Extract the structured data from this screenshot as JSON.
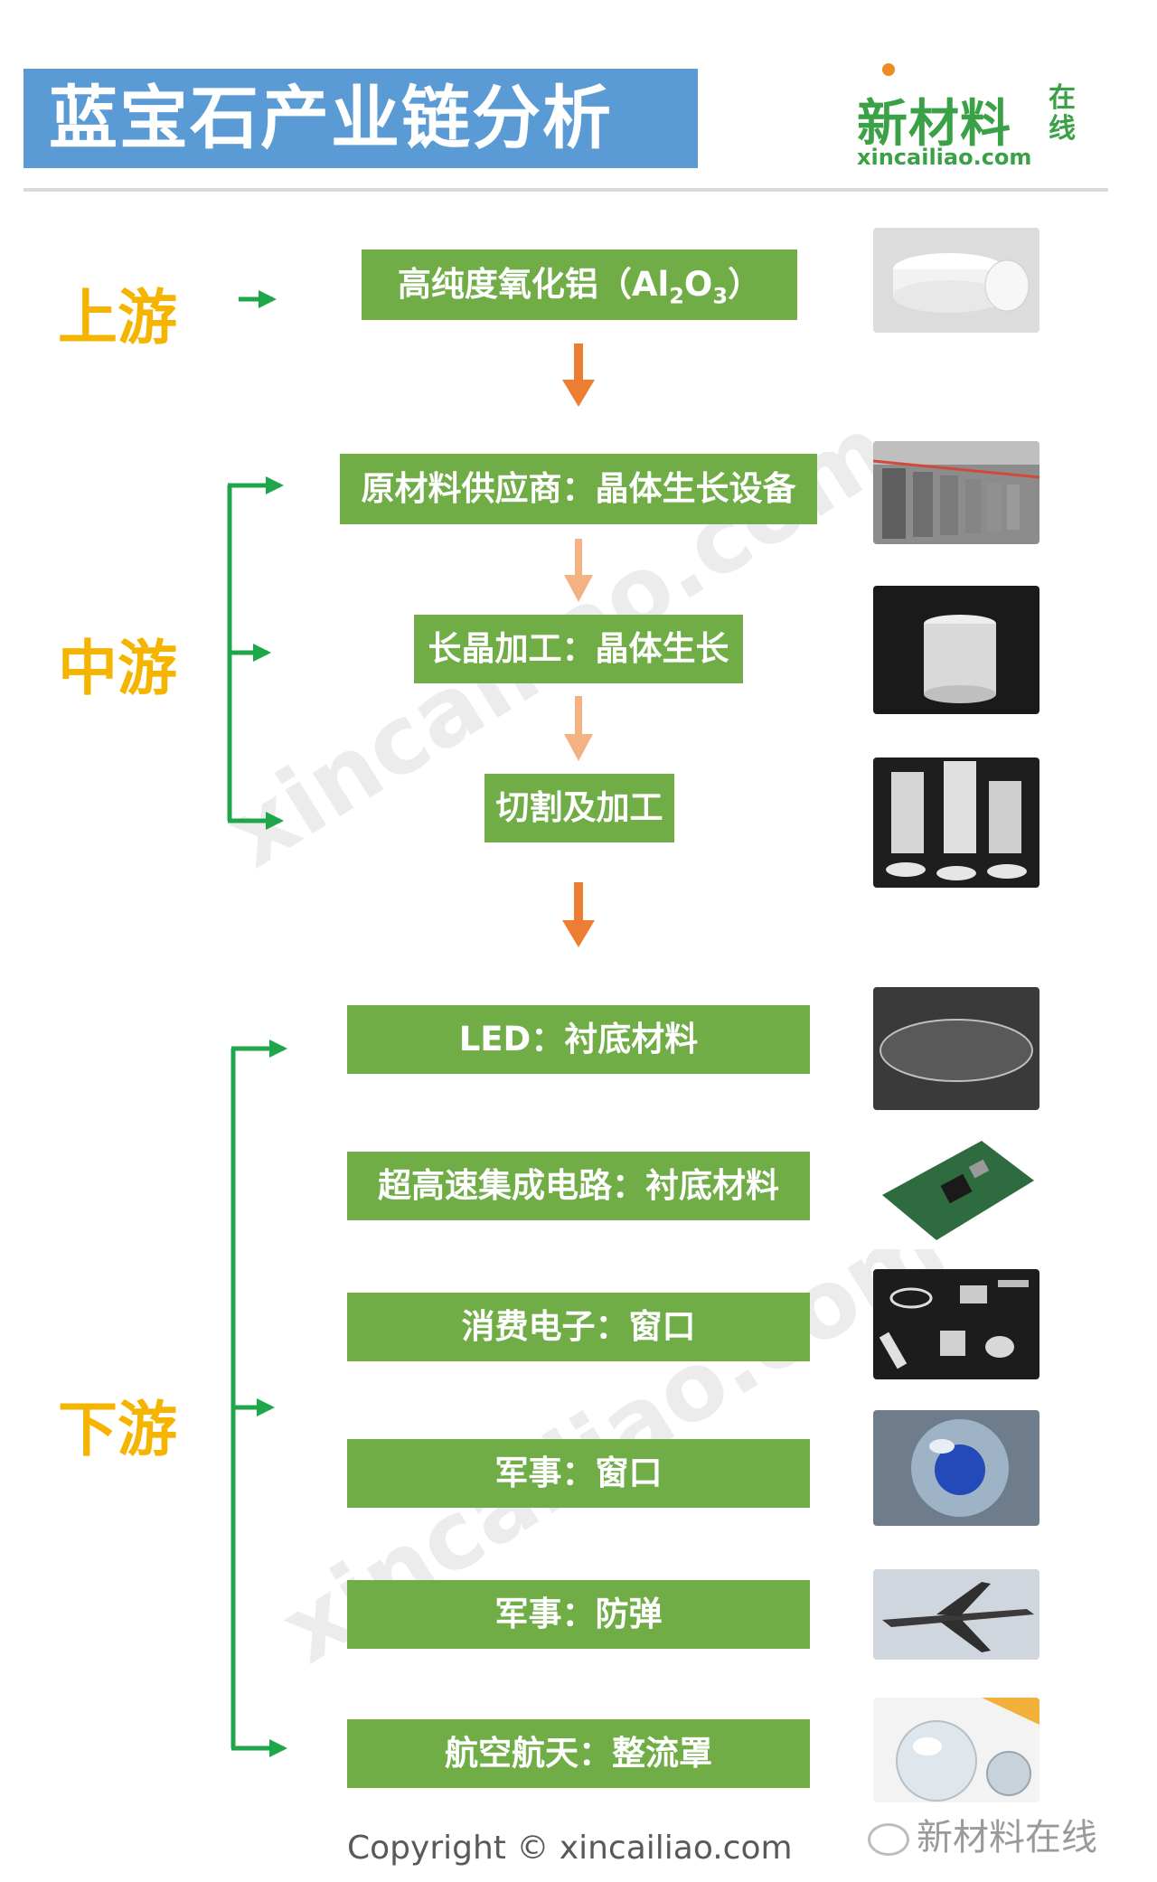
{
  "title": "蓝宝石产业链分析",
  "logo": {
    "name": "新材料",
    "side": "在线",
    "url": "xincailiao.com"
  },
  "stages": {
    "upstream": "上游",
    "midstream": "中游",
    "downstream": "下游"
  },
  "upstream_box": {
    "prefix": "高纯度氧化铝（Al",
    "sub1": "2",
    "mid": "O",
    "sub2": "3",
    "suffix": "）"
  },
  "midstream_boxes": [
    "原材料供应商：晶体生长设备",
    "长晶加工：晶体生长",
    "切割及加工"
  ],
  "downstream_boxes": [
    "LED：衬底材料",
    "超高速集成电路：衬底材料",
    "消费电子：窗口",
    "军事：窗口",
    "军事：防弹",
    "航空航天：整流罩"
  ],
  "watermark": "xincailiao.com",
  "wechat": "新材料在线",
  "copyright": "Copyright © xincailiao.com",
  "colors": {
    "title_bg": "#5b9bd5",
    "box": "#70ad47",
    "stage": "#f5b400",
    "bracket": "#1fa64a",
    "arrow": "#ed7d31",
    "arrow_light": "#f4b183",
    "logo": "#3aa146"
  }
}
